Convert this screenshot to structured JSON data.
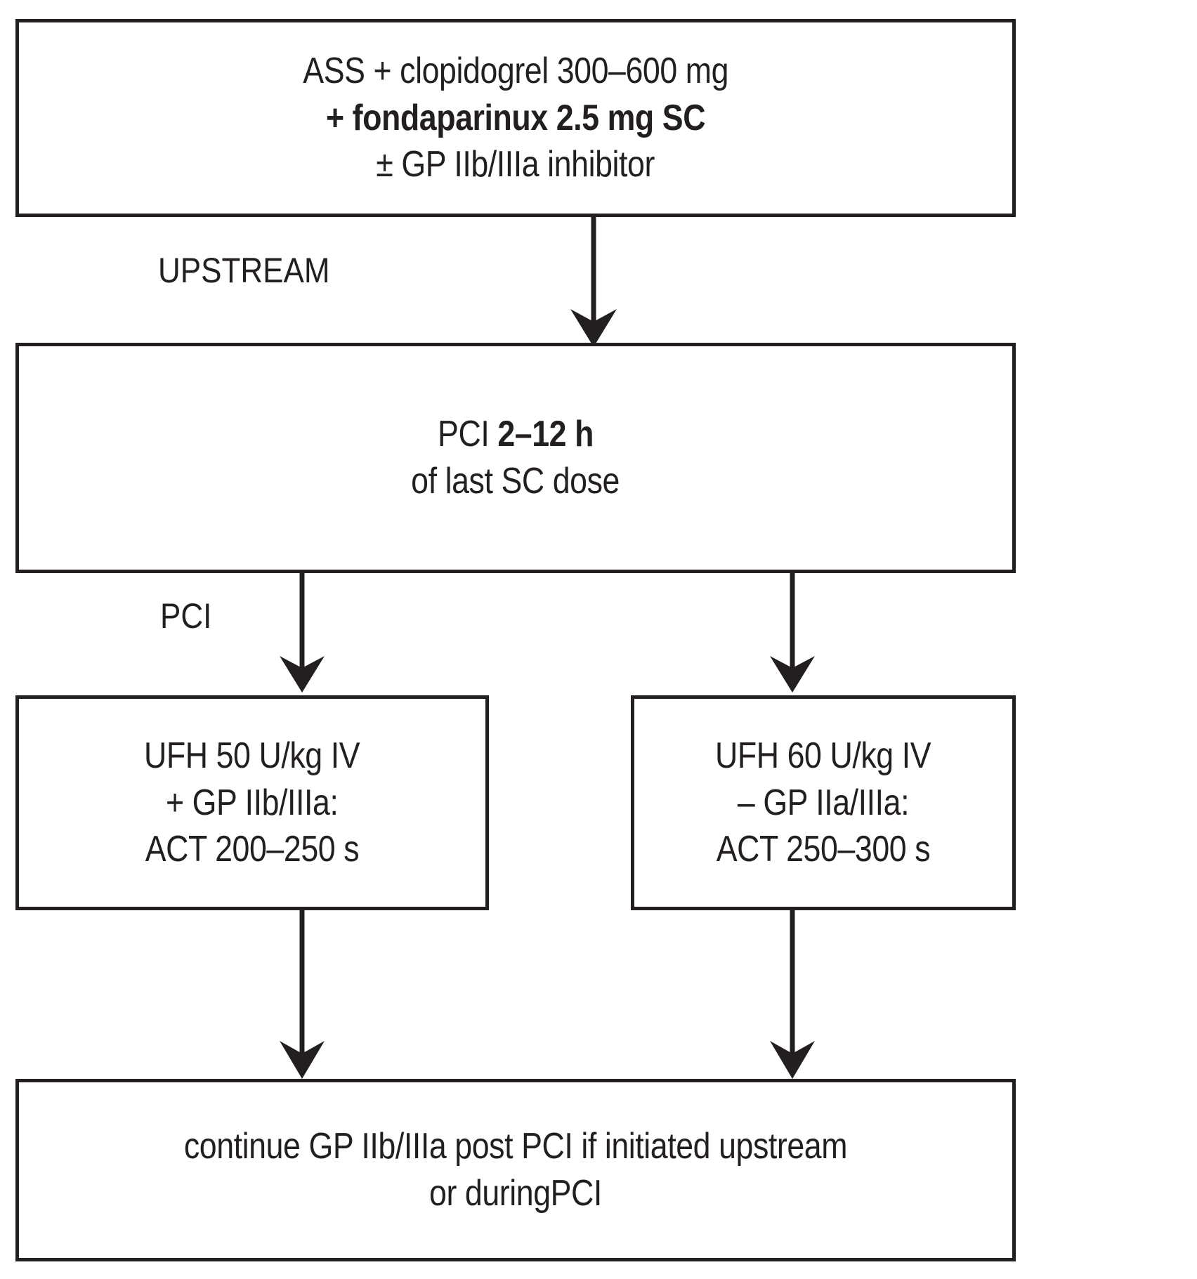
{
  "diagram": {
    "title": "Fondaparinux peri-PCI anticoagulation algorithm",
    "colors": {
      "ink": "#231f20",
      "background": "#ffffff"
    },
    "nodes": {
      "top": {
        "lines": [
          {
            "text": "ASS + clopidogrel 300–600 mg",
            "bold": false
          },
          {
            "text": "+ fondaparinux 2.5 mg SC",
            "bold": true
          },
          {
            "text": "± GP IIb/IIIa inhibitor",
            "bold": false
          }
        ]
      },
      "pci_timing": {
        "line1_regular": "PCI ",
        "line1_bold": "2–12 h",
        "line2": "of last SC dose"
      },
      "left_arm": {
        "lines": [
          {
            "text": "UFH 50 U/kg IV",
            "bold": false
          },
          {
            "text": "+ GP IIb/IIIa:",
            "bold": false
          },
          {
            "text": "ACT 200–250 s",
            "bold": false
          }
        ]
      },
      "right_arm": {
        "lines": [
          {
            "text": "UFH 60 U/kg IV",
            "bold": false
          },
          {
            "text": "– GP IIa/IIIa:",
            "bold": false
          },
          {
            "text": "ACT 250–300 s",
            "bold": false
          }
        ]
      },
      "bottom": {
        "lines": [
          {
            "text": "continue GP IIb/IIIa post PCI if initiated upstream",
            "bold": false
          },
          {
            "text": "or duringPCI",
            "bold": false
          }
        ]
      }
    },
    "edge_labels": {
      "upstream": "UPSTREAM",
      "pci": "PCI"
    }
  }
}
